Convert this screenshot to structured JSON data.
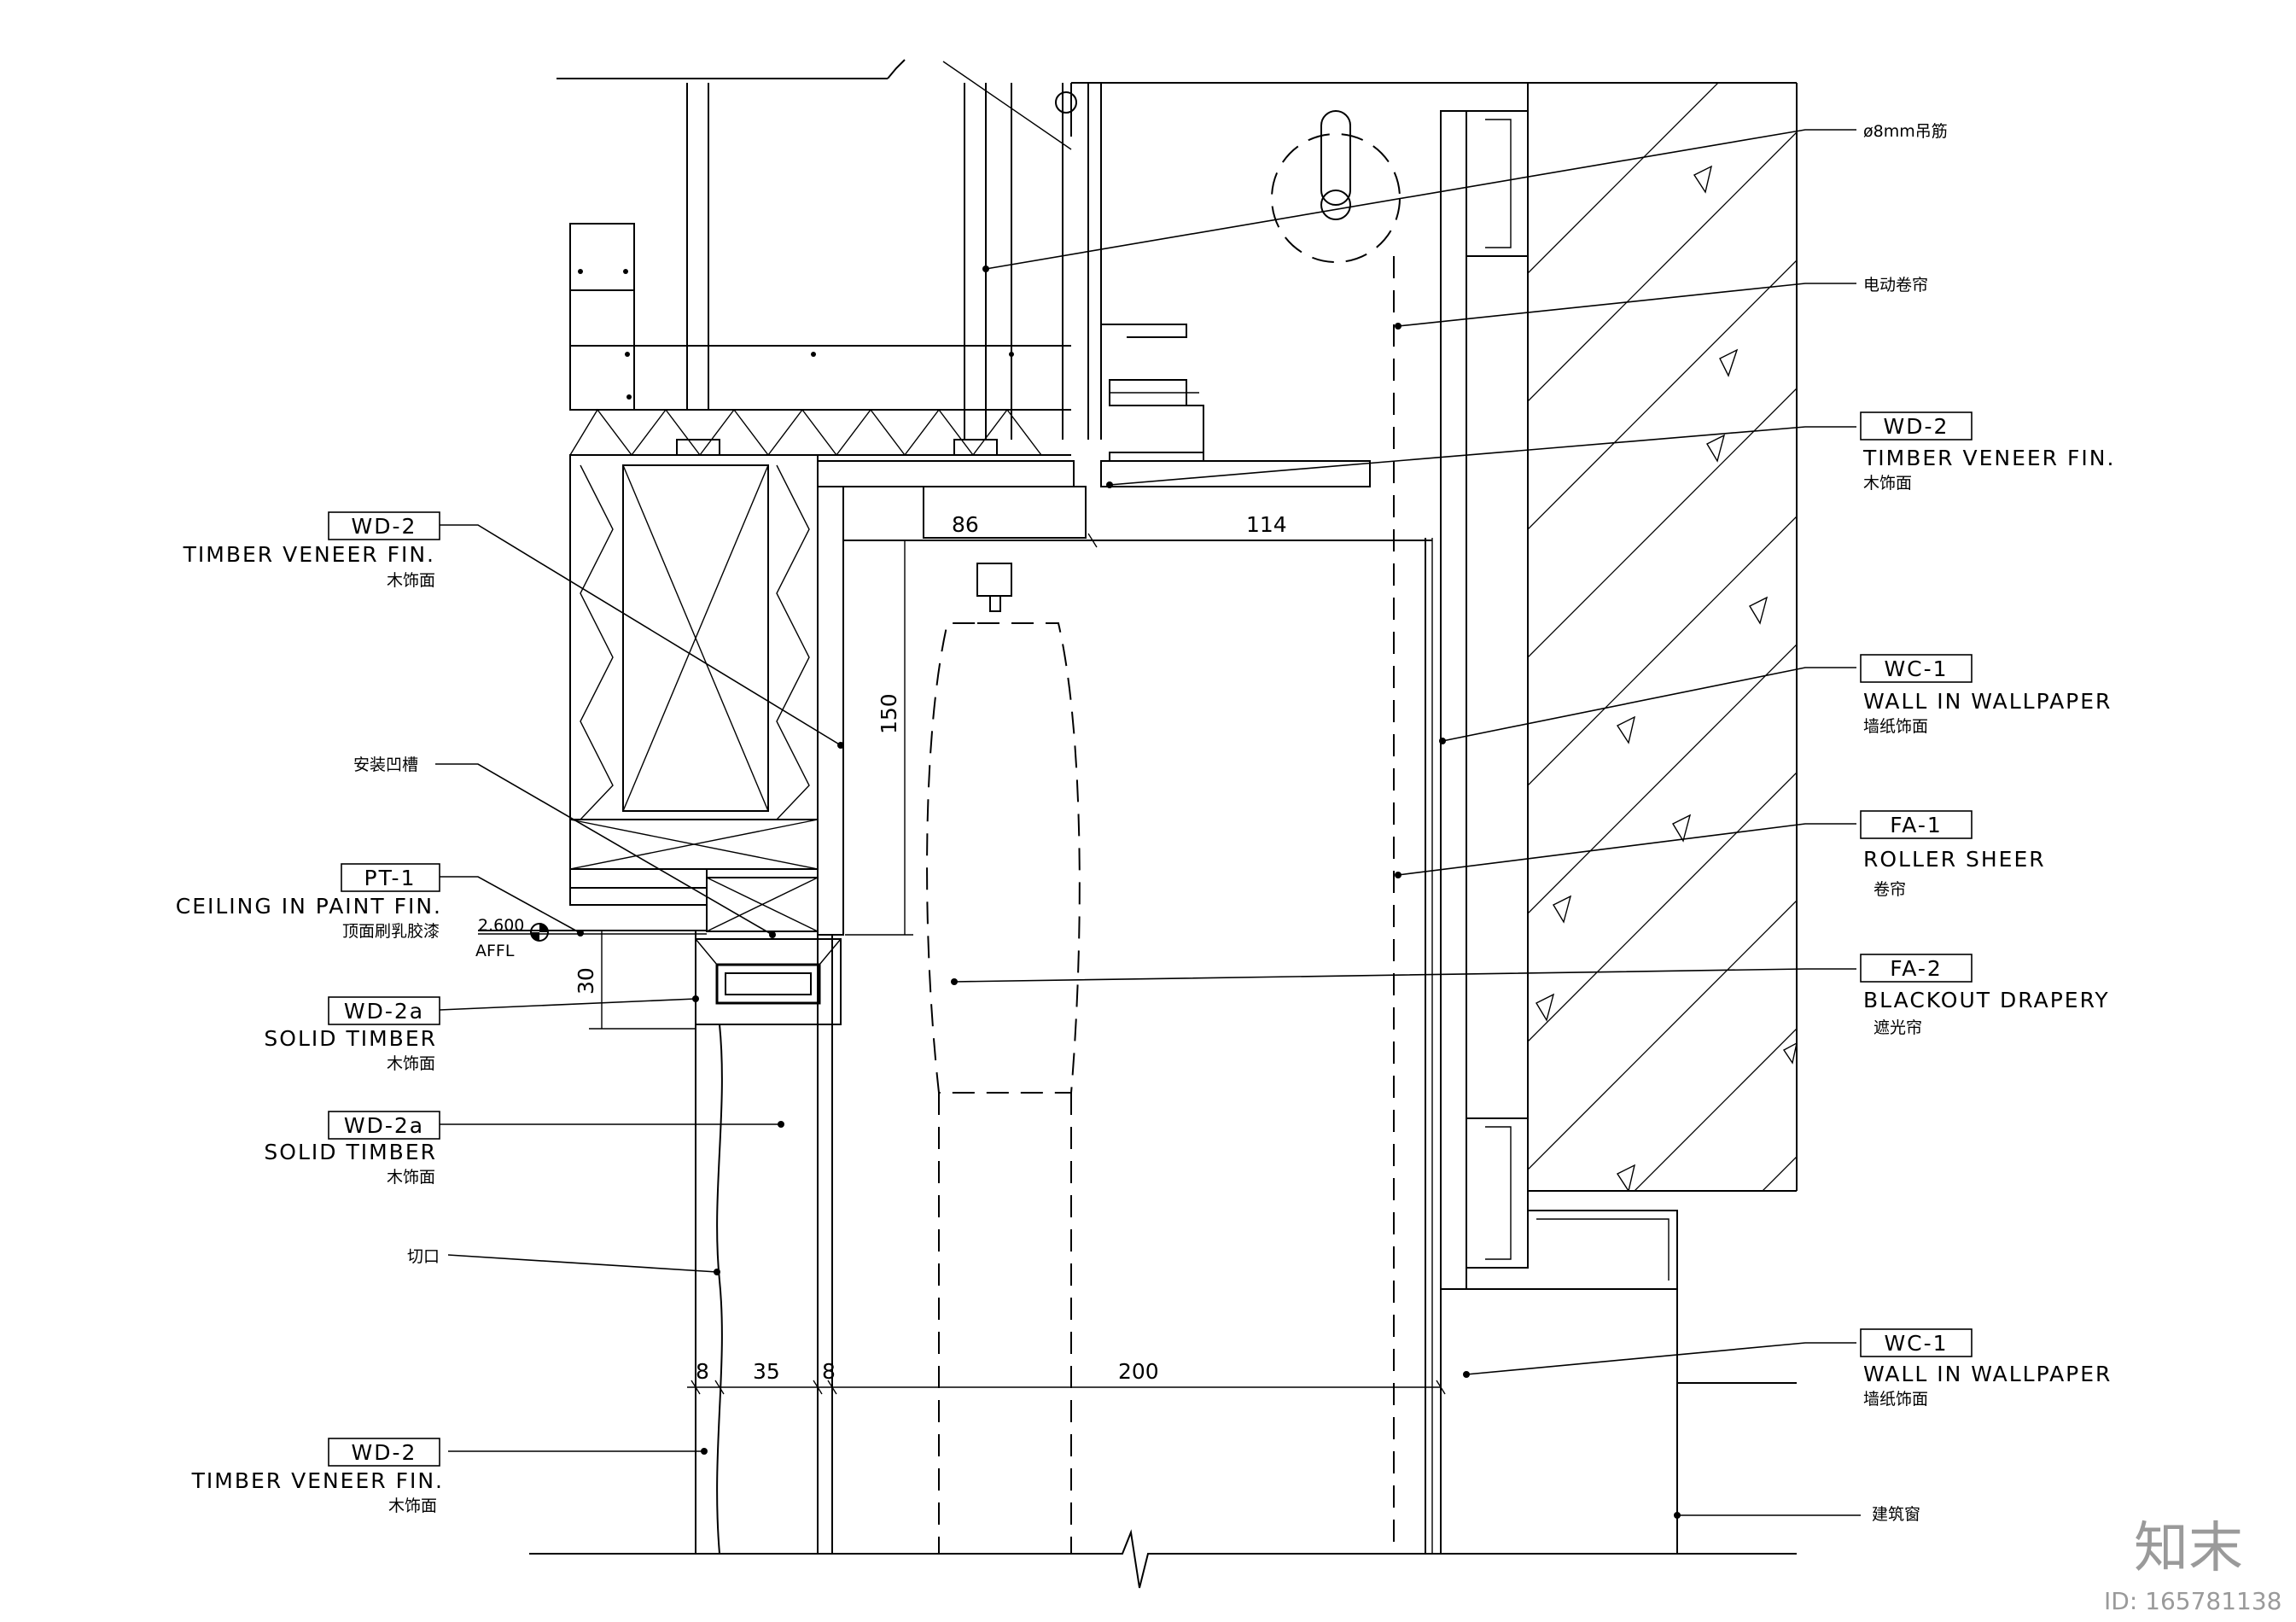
{
  "labels_left": {
    "wd2_top": {
      "tag": "WD-2",
      "en": "TIMBER VENEER FIN.",
      "cn": "木饰面"
    },
    "groove": {
      "cn": "安装凹槽"
    },
    "pt1": {
      "tag": "PT-1",
      "en": "CEILING IN PAINT FIN.",
      "cn": "顶面刷乳胶漆"
    },
    "level": {
      "value": "2.600",
      "unit": "AFFL"
    },
    "wd2a_1": {
      "tag": "WD-2a",
      "en": "SOLID TIMBER",
      "cn": "木饰面"
    },
    "wd2a_2": {
      "tag": "WD-2a",
      "en": "SOLID TIMBER",
      "cn": "木饰面"
    },
    "cut": {
      "cn": "切口"
    },
    "wd2_bottom": {
      "tag": "WD-2",
      "en": "TIMBER  VENEER FIN.",
      "cn": "木饰面"
    }
  },
  "labels_right": {
    "rod": {
      "cn": "ø8mm吊筋"
    },
    "motor": {
      "cn": "电动卷帘"
    },
    "wd2": {
      "tag": "WD-2",
      "en": "TIMBER VENEER FIN.",
      "cn": "木饰面"
    },
    "wc1_top": {
      "tag": "WC-1",
      "en": "WALL IN WALLPAPER",
      "cn": "墙纸饰面"
    },
    "fa1": {
      "tag": "FA-1",
      "en": "ROLLER SHEER",
      "cn": "卷帘"
    },
    "fa2": {
      "tag": "FA-2",
      "en": "BLACKOUT DRAPERY",
      "cn": "遮光帘"
    },
    "wc1_bottom": {
      "tag": "WC-1",
      "en": "WALL IN WALLPAPER",
      "cn": "墙纸饰面"
    },
    "window": {
      "cn": "建筑窗"
    }
  },
  "dimensions": {
    "d86": "86",
    "d114": "114",
    "d150": "150",
    "d30": "30",
    "d8a": "8",
    "d35": "35",
    "d8b": "8",
    "d200": "200"
  },
  "watermark": {
    "logo": "知末",
    "id": "ID: 165781138"
  }
}
